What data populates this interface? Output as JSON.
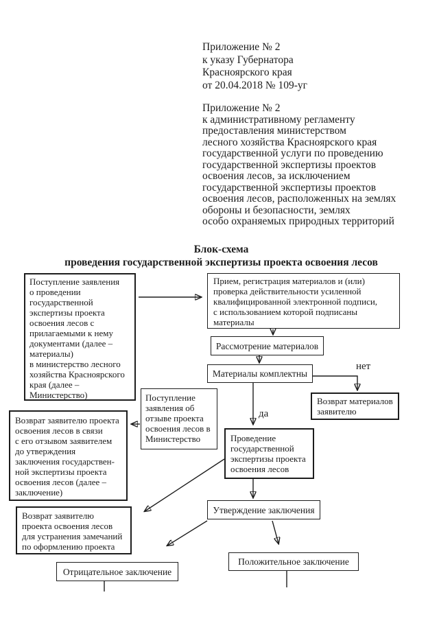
{
  "page": {
    "header_block_1": "Приложение № 2\nк указу Губернатора\nКрасноярского края\nот 20.04.2018 № 109-уг",
    "header_block_2": "Приложение № 2\nк административному регламенту\nпредоставления министерством\nлесного хозяйства Красноярского края\nгосударственной услуги по проведению\nгосударственной экспертизы проектов\nосвоения лесов, за исключением\nгосударственной экспертизы проектов\nосвоения лесов, расположенных на землях\nобороны и безопасности, землях\nособо охраняемых природных территорий",
    "title": "Блок-схема\nпроведения государственной экспертизы проекта освоения лесов"
  },
  "flowchart": {
    "nodes": {
      "application_intake": "Поступление заявления\nо проведении\nгосударственной\nэкспертизы проекта\nосвоения лесов с\nприлагаемыми к нему\nдокументами (далее –\nматериалы)\nв министерство лесного\nхозяйства Красноярского\nкрая (далее –\nМинистерство)",
      "reception_registration": "Прием, регистрация материалов и (или)\nпроверка действительности усиленной\nквалифицированной электронной подписи,\nс использованием которой подписаны\nматериалы",
      "materials_review": "Рассмотрение материалов",
      "materials_complete": "Материалы комплектны",
      "return_materials": "Возврат материалов\nзаявителю",
      "withdrawal_application": "Поступление\nзаявления об\nотзыве проекта\nосвоения лесов в\nМинистерство",
      "expertise": "Проведение\nгосударственной\nэкспертизы проекта\nосвоения лесов",
      "return_withdrawn": "Возврат заявителю проекта\nосвоения лесов в связи\nс его отзывом заявителем\nдо утверждения\nзаключения государствен-\nной экспертизы проекта\nосвоения лесов (далее –\nзаключение)",
      "return_for_corrections": "Возврат заявителю\nпроекта освоения лесов\nдля устранения замечаний\nпо оформлению проекта",
      "approval": "Утверждение заключения",
      "negative_conclusion": "Отрицательное заключение",
      "positive_conclusion": "Положительное заключение"
    },
    "labels": {
      "no": "нет",
      "yes": "да"
    },
    "colors": {
      "ink": "#1c1c1c",
      "background": "#ffffff"
    }
  }
}
